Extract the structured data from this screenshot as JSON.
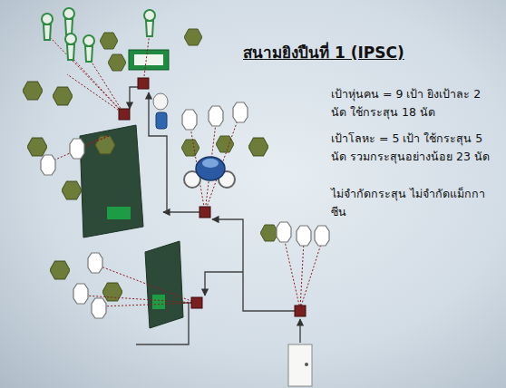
{
  "diagram": {
    "title": "สนามยิงปืนที่ 1 (IPSC)",
    "labels": [
      "เป้าหุ่นคน = 9 เป้า ยิงเป้าละ 2 นัด ใช้กระสุน 18 นัด",
      "เป้าโลหะ = 5 เป้า ใช้กระสุน 5 นัด รวมกระสุนอย่างน้อย 23 นัด",
      "ไม่จำกัดกระสุน ไม่จำกัดแม็กกาซีน"
    ]
  }
}
